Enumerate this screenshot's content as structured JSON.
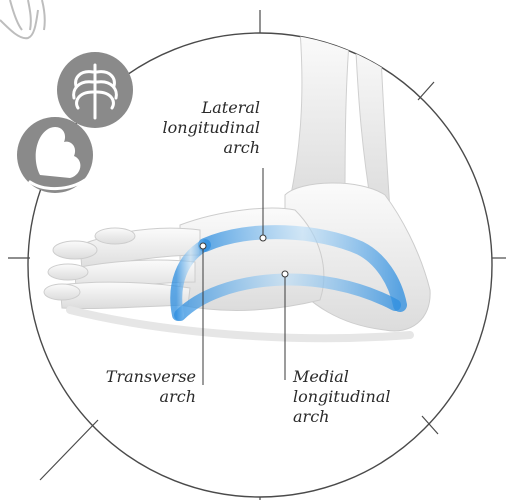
{
  "title": "",
  "icons": {
    "hand": "hand-icon",
    "ribcage": "ribcage-icon",
    "arm": "flexed-arm-icon"
  },
  "colors": {
    "arch_blue": "#5aa9e6",
    "arch_light": "#cfe6fa",
    "bone": "#f1f1f1",
    "bone_shadow": "#d4d4d4",
    "circle": "#4a4a4a",
    "icon_bg": "#8a8a8a",
    "label_text": "#2a2a2a"
  },
  "labels": {
    "lateral": {
      "line1": "Lateral",
      "line2": "longitudinal",
      "line3": "arch"
    },
    "transverse": {
      "line1": "Transverse",
      "line2": "arch"
    },
    "medial": {
      "line1": "Medial",
      "line2": "longitudinal",
      "line3": "arch"
    }
  }
}
